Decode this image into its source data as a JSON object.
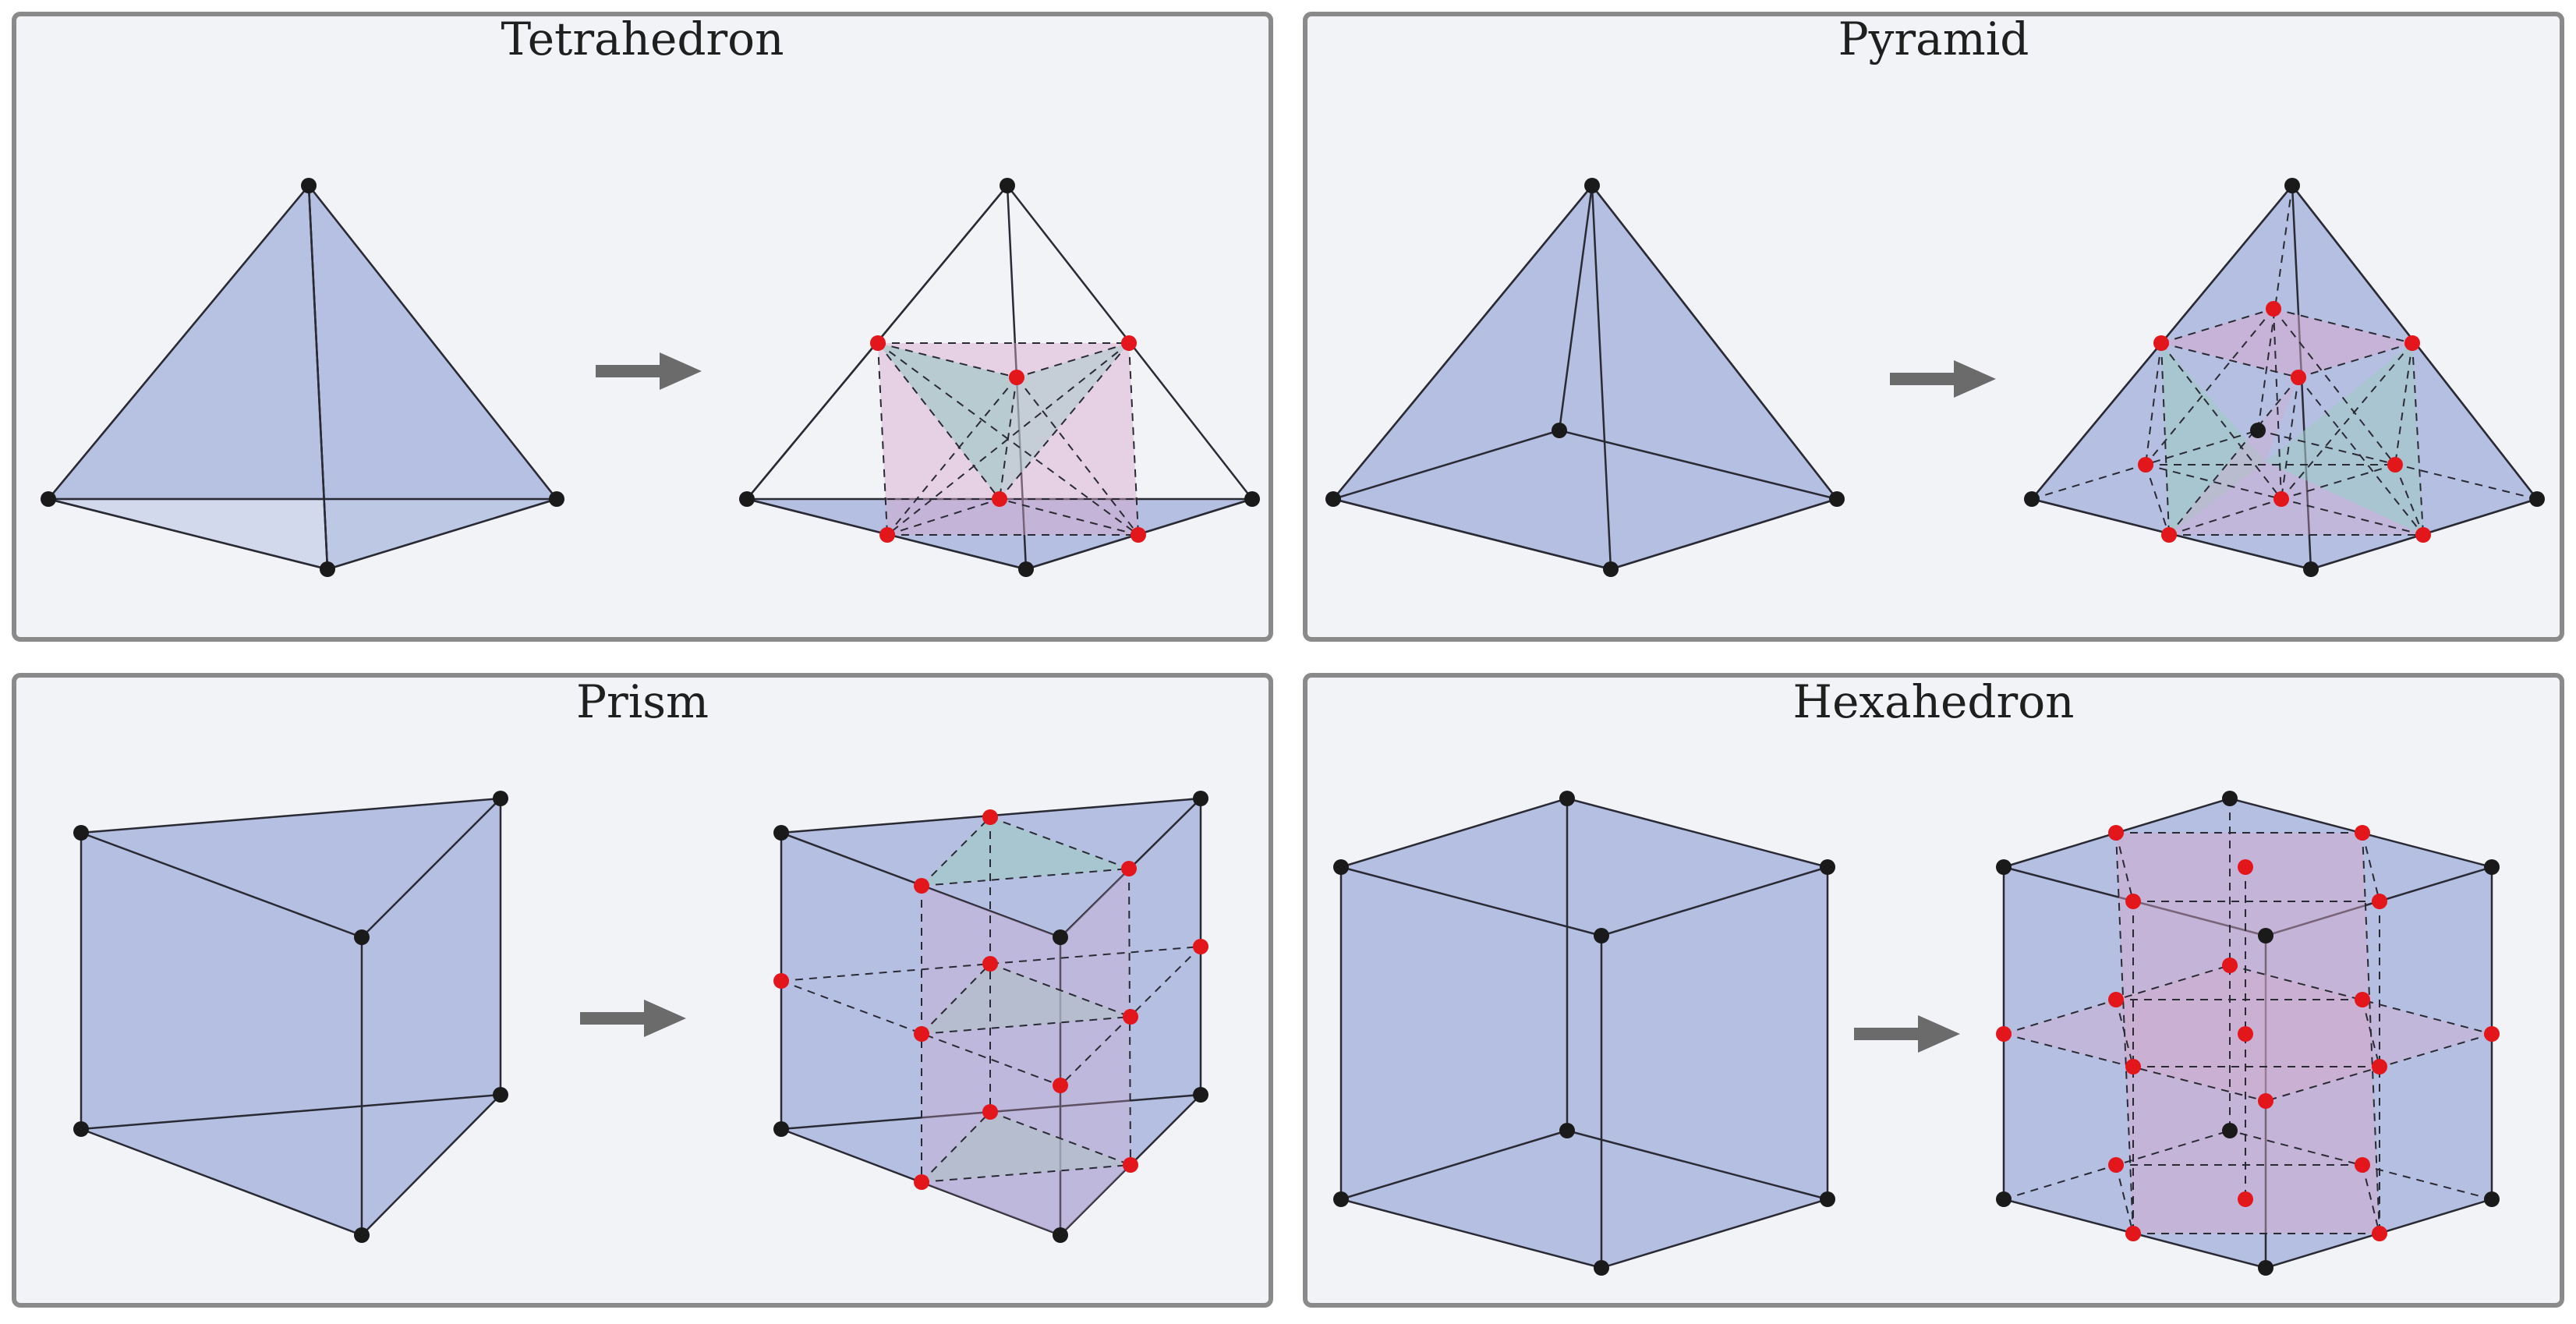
{
  "panels": [
    {
      "title": "Tetrahedron"
    },
    {
      "title": "Pyramid"
    },
    {
      "title": "Prism"
    },
    {
      "title": "Hexahedron"
    }
  ],
  "colors": {
    "panel_bg": "#f2f3f7",
    "panel_border": "#8a8a8a",
    "face_fill": "#b4bfe2",
    "inner_pink": "#d7a8cc",
    "inner_teal": "#a3c9c8",
    "vertex": "#1a1a1a",
    "new_vertex": "#e3161c",
    "arrow": "#6b6b6b",
    "edge": "#2a2a35"
  }
}
